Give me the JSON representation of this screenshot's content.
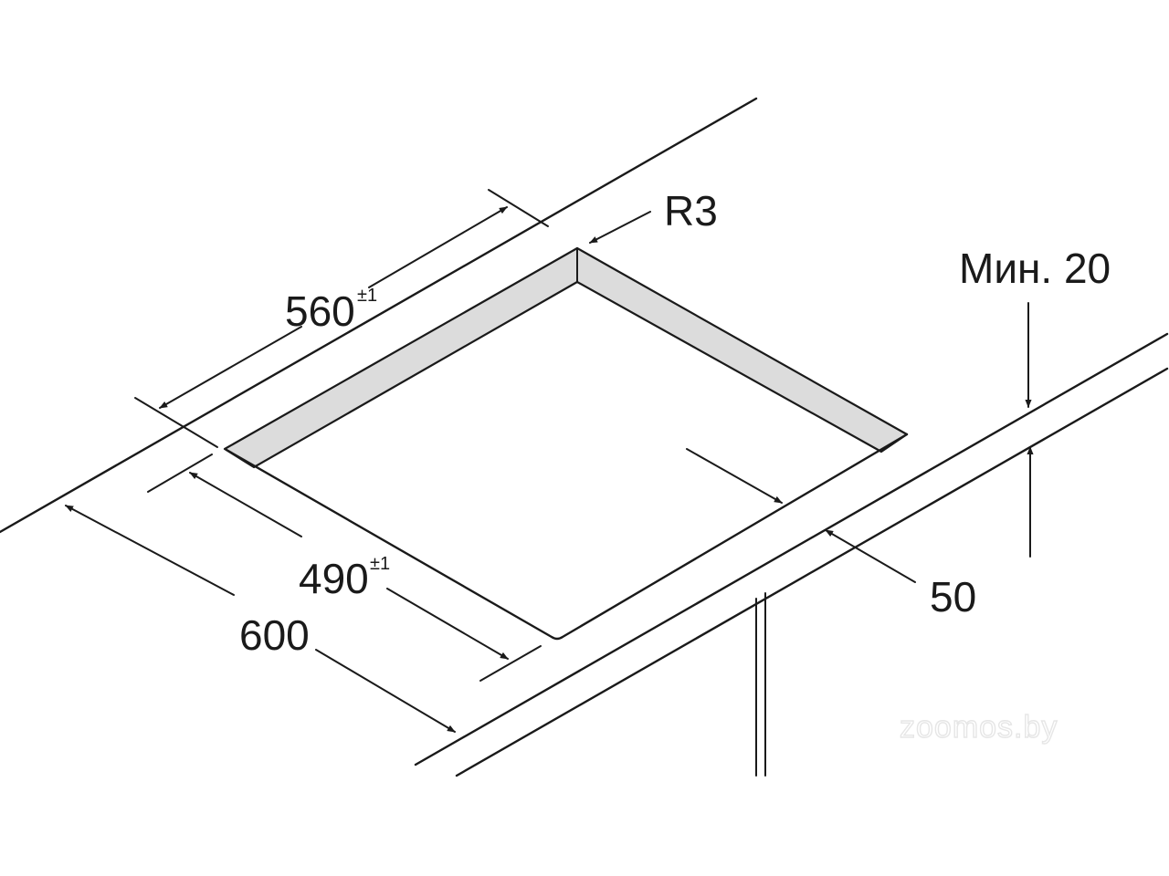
{
  "dimensions": {
    "cutout_width": {
      "value": "560",
      "tolerance": "±1"
    },
    "cutout_depth": {
      "value": "490",
      "tolerance": "±1"
    },
    "worktop_depth": {
      "value": "600"
    },
    "corner_radius": {
      "value": "R3"
    },
    "front_distance": {
      "value": "50"
    },
    "min_thickness": {
      "value": "Мин. 20"
    }
  },
  "watermark": "zoomos.by",
  "colors": {
    "line": "#1a1a1a",
    "inner_wall": "#dcdcdc",
    "background": "#ffffff"
  }
}
